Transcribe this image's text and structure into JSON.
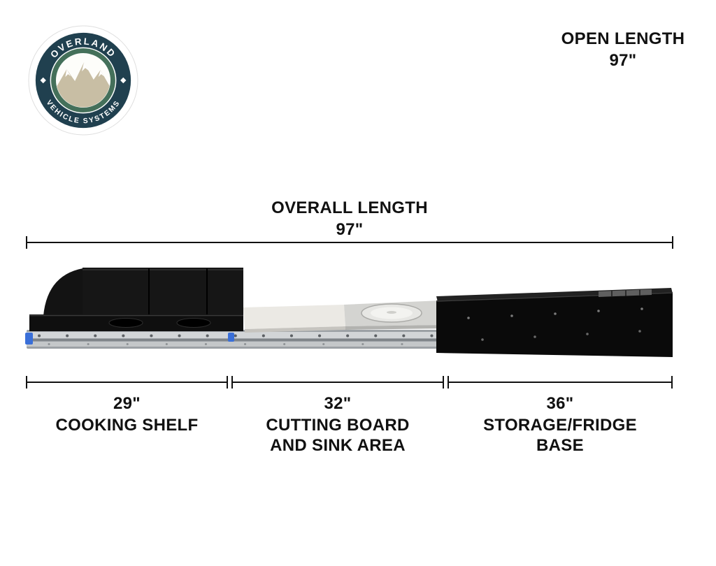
{
  "logo": {
    "arc_top": "OVERLAND",
    "arc_bottom": "VEHICLE SYSTEMS"
  },
  "open_length": {
    "label": "OPEN LENGTH",
    "value": "97\""
  },
  "overall_length": {
    "label": "OVERALL LENGTH",
    "value": "97\""
  },
  "segments": [
    {
      "value": "29\"",
      "lines": [
        "COOKING SHELF"
      ]
    },
    {
      "value": "32\"",
      "lines": [
        "CUTTING BOARD",
        "AND SINK AREA"
      ]
    },
    {
      "value": "36\"",
      "lines": [
        "STORAGE/FRIDGE",
        "BASE"
      ]
    }
  ],
  "colors": {
    "text": "#111111",
    "logo_navy": "#20404f",
    "logo_green": "#44705a",
    "logo_mountain": "#c8bea4",
    "rail_silver": "#c4c7c9",
    "slide_stop_blue": "#3a6fd8",
    "product_black": "#0a0a0a"
  }
}
